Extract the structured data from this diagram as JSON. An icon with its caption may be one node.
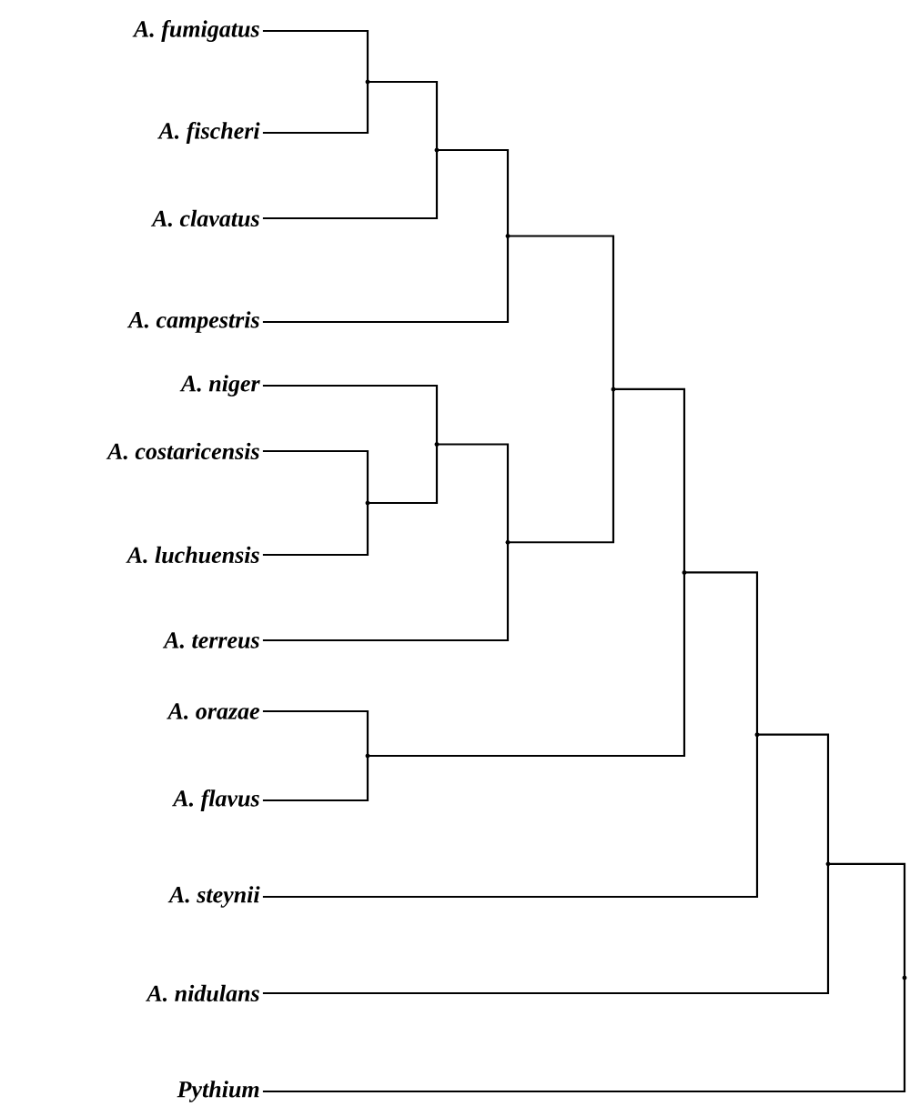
{
  "diagram": {
    "nodes": [
      {
        "text": [
          "A. fumigatus"
        ]
      },
      {
        "text": [
          "A. fischeri"
        ]
      },
      {
        "text": [
          "A. clavatus"
        ]
      },
      {
        "text": [
          "A. campestris"
        ]
      },
      {
        "text": [
          "A. niger"
        ]
      },
      {
        "text": [
          "A. costaricensis"
        ]
      },
      {
        "text": [
          "A. luchuensis"
        ]
      },
      {
        "text": [
          "A. terreus"
        ]
      },
      {
        "text": [
          "A. orazae"
        ]
      },
      {
        "text": [
          "A. flavus"
        ]
      },
      {
        "text": [
          "A. steynii"
        ]
      },
      {
        "text": [
          "A. nidulans"
        ]
      },
      {
        "text": [
          "Pythium"
        ]
      },
      {
        "text": [],
        "shape": "point"
      },
      {
        "text": [],
        "shape": "point"
      },
      {
        "text": [],
        "shape": "point"
      },
      {
        "text": [],
        "shape": "point"
      },
      {
        "text": [],
        "shape": "point"
      },
      {
        "text": [],
        "shape": "point"
      },
      {
        "text": [],
        "shape": "point"
      },
      {
        "text": [],
        "shape": "point"
      },
      {
        "text": [],
        "shape": "point"
      },
      {
        "text": [],
        "shape": "point"
      },
      {
        "text": [],
        "shape": "point"
      },
      {
        "text": [],
        "shape": "point"
      }
    ],
    "edges": [
      {
        "from": 13,
        "to": 0,
        "arrow": "none"
      },
      {
        "from": 13,
        "to": 1,
        "arrow": "none"
      },
      {
        "from": 16,
        "to": 13,
        "arrow": "none"
      },
      {
        "from": 16,
        "to": 2,
        "arrow": "none"
      },
      {
        "from": 18,
        "to": 16,
        "arrow": "none"
      },
      {
        "from": 18,
        "to": 3,
        "arrow": "none"
      },
      {
        "from": 14,
        "to": 5,
        "arrow": "none"
      },
      {
        "from": 14,
        "to": 6,
        "arrow": "none"
      },
      {
        "from": 17,
        "to": 4,
        "arrow": "none"
      },
      {
        "from": 17,
        "to": 14,
        "arrow": "none"
      },
      {
        "from": 19,
        "to": 17,
        "arrow": "none"
      },
      {
        "from": 19,
        "to": 7,
        "arrow": "none"
      },
      {
        "from": 20,
        "to": 18,
        "arrow": "none"
      },
      {
        "from": 20,
        "to": 19,
        "arrow": "none"
      },
      {
        "from": 15,
        "to": 8,
        "arrow": "none"
      },
      {
        "from": 15,
        "to": 9,
        "arrow": "none"
      },
      {
        "from": 21,
        "to": 20,
        "arrow": "none"
      },
      {
        "from": 21,
        "to": 15,
        "arrow": "none"
      },
      {
        "from": 22,
        "to": 21,
        "arrow": "none"
      },
      {
        "from": 22,
        "to": 10,
        "arrow": "none"
      },
      {
        "from": 23,
        "to": 22,
        "arrow": "none"
      },
      {
        "from": 23,
        "to": 11,
        "arrow": "none"
      },
      {
        "from": 24,
        "to": 23,
        "arrow": "none"
      },
      {
        "from": 24,
        "to": 12,
        "arrow": "none"
      }
    ]
  }
}
